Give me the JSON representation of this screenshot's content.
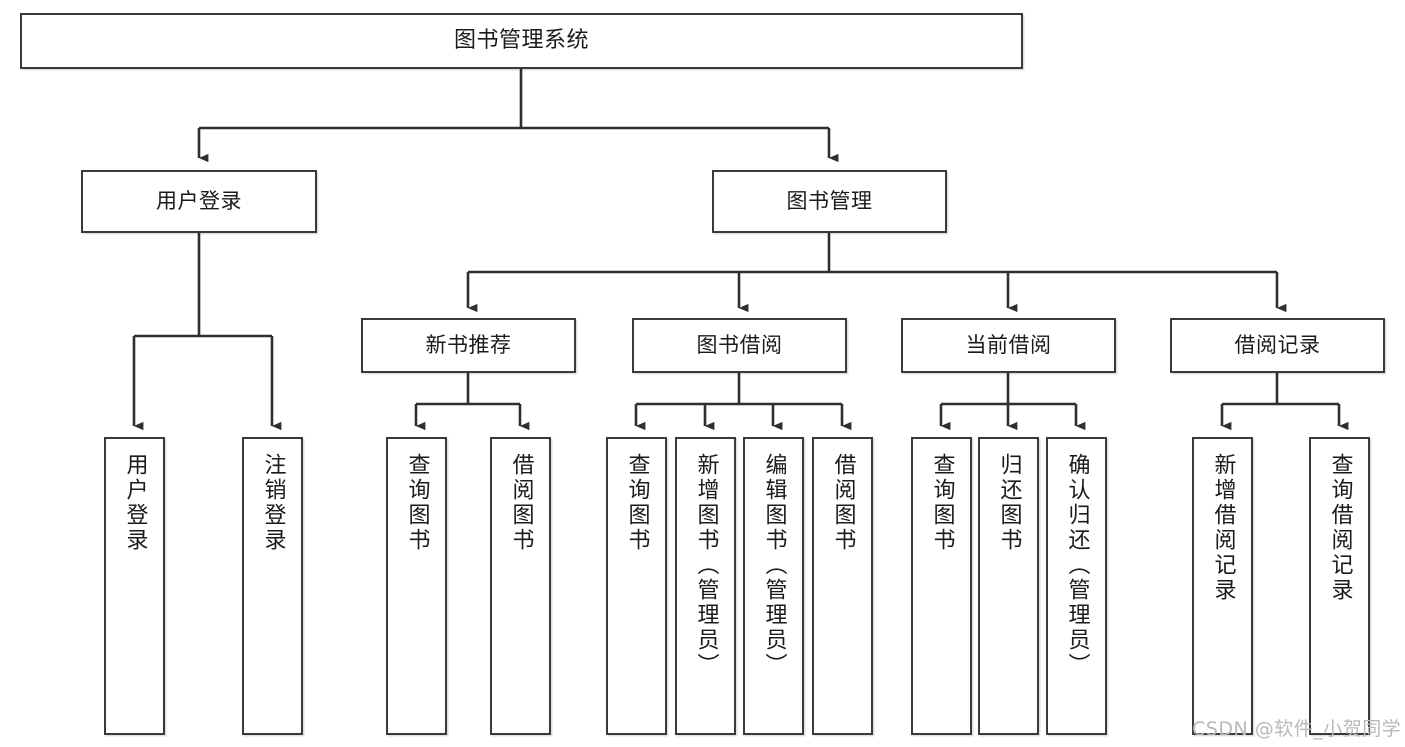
{
  "diagram": {
    "type": "tree-hierarchy-chart",
    "title": "图书管理系统",
    "root": {
      "label": "图书管理系统"
    },
    "level2": [
      {
        "key": "user-login",
        "label": "用户登录"
      },
      {
        "key": "book-management",
        "label": "图书管理"
      }
    ],
    "level3": [
      {
        "key": "new-book-recommend",
        "label": "新书推荐"
      },
      {
        "key": "book-borrow",
        "label": "图书借阅"
      },
      {
        "key": "current-borrow",
        "label": "当前借阅"
      },
      {
        "key": "borrow-record",
        "label": "借阅记录"
      }
    ],
    "leaves": {
      "user_login": [
        {
          "key": "user-login-leaf",
          "label": "用户登录"
        },
        {
          "key": "logout-leaf",
          "label": "注销登录"
        }
      ],
      "new_book_recommend": [
        {
          "key": "query-book-1",
          "label": "查询图书"
        },
        {
          "key": "borrow-book-1",
          "label": "借阅图书"
        }
      ],
      "book_borrow": [
        {
          "key": "query-book-2",
          "label": "查询图书"
        },
        {
          "key": "add-book",
          "label": "新增图书（管理员）"
        },
        {
          "key": "edit-book",
          "label": "编辑图书（管理员）"
        },
        {
          "key": "borrow-book-2",
          "label": "借阅图书"
        }
      ],
      "current_borrow": [
        {
          "key": "query-book-3",
          "label": "查询图书"
        },
        {
          "key": "return-book",
          "label": "归还图书"
        },
        {
          "key": "confirm-return",
          "label": "确认归还（管理员）"
        }
      ],
      "borrow_record": [
        {
          "key": "add-borrow-record",
          "label": "新增借阅记录"
        },
        {
          "key": "query-borrow-record",
          "label": "查询借阅记录"
        }
      ]
    }
  },
  "watermark": {
    "text": "CSDN @软件_小贺同学"
  },
  "colors": {
    "box_border": "#3a3a3a",
    "box_fill": "#ffffff",
    "text": "#1b1b1b",
    "connector": "#2f2f2f",
    "watermark": "#b9b9b9",
    "background": "#ffffff"
  }
}
